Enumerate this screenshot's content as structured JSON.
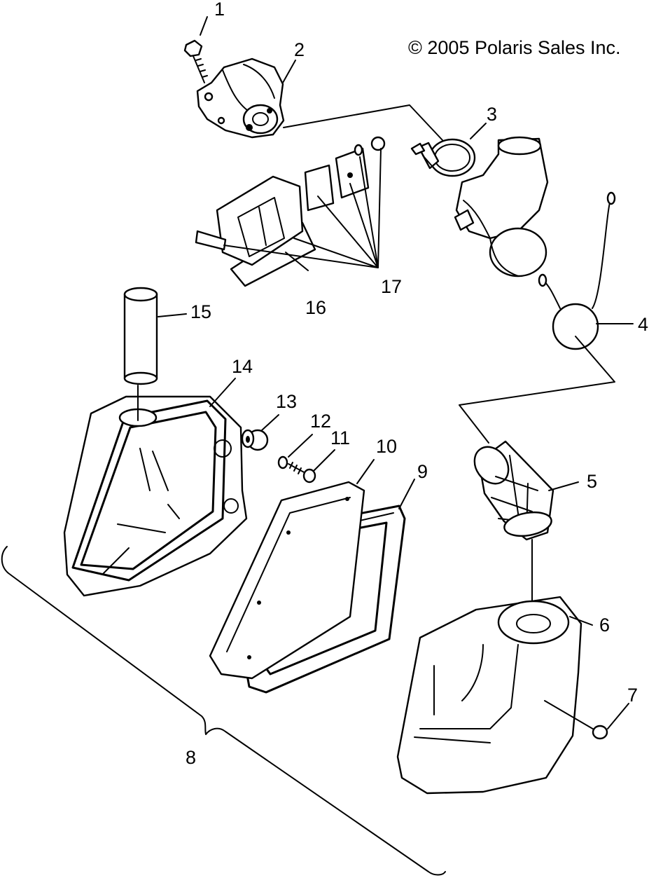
{
  "copyright": "© 2005 Polaris Sales Inc.",
  "callouts": {
    "c1": "1",
    "c2": "2",
    "c3": "3",
    "c4": "4",
    "c5": "5",
    "c6": "6",
    "c7": "7",
    "c8": "8",
    "c9": "9",
    "c10": "10",
    "c11": "11",
    "c12": "12",
    "c13": "13",
    "c14": "14",
    "c15": "15",
    "c16": "16",
    "c17": "17"
  },
  "colors": {
    "line": "#000000",
    "background": "#ffffff"
  }
}
